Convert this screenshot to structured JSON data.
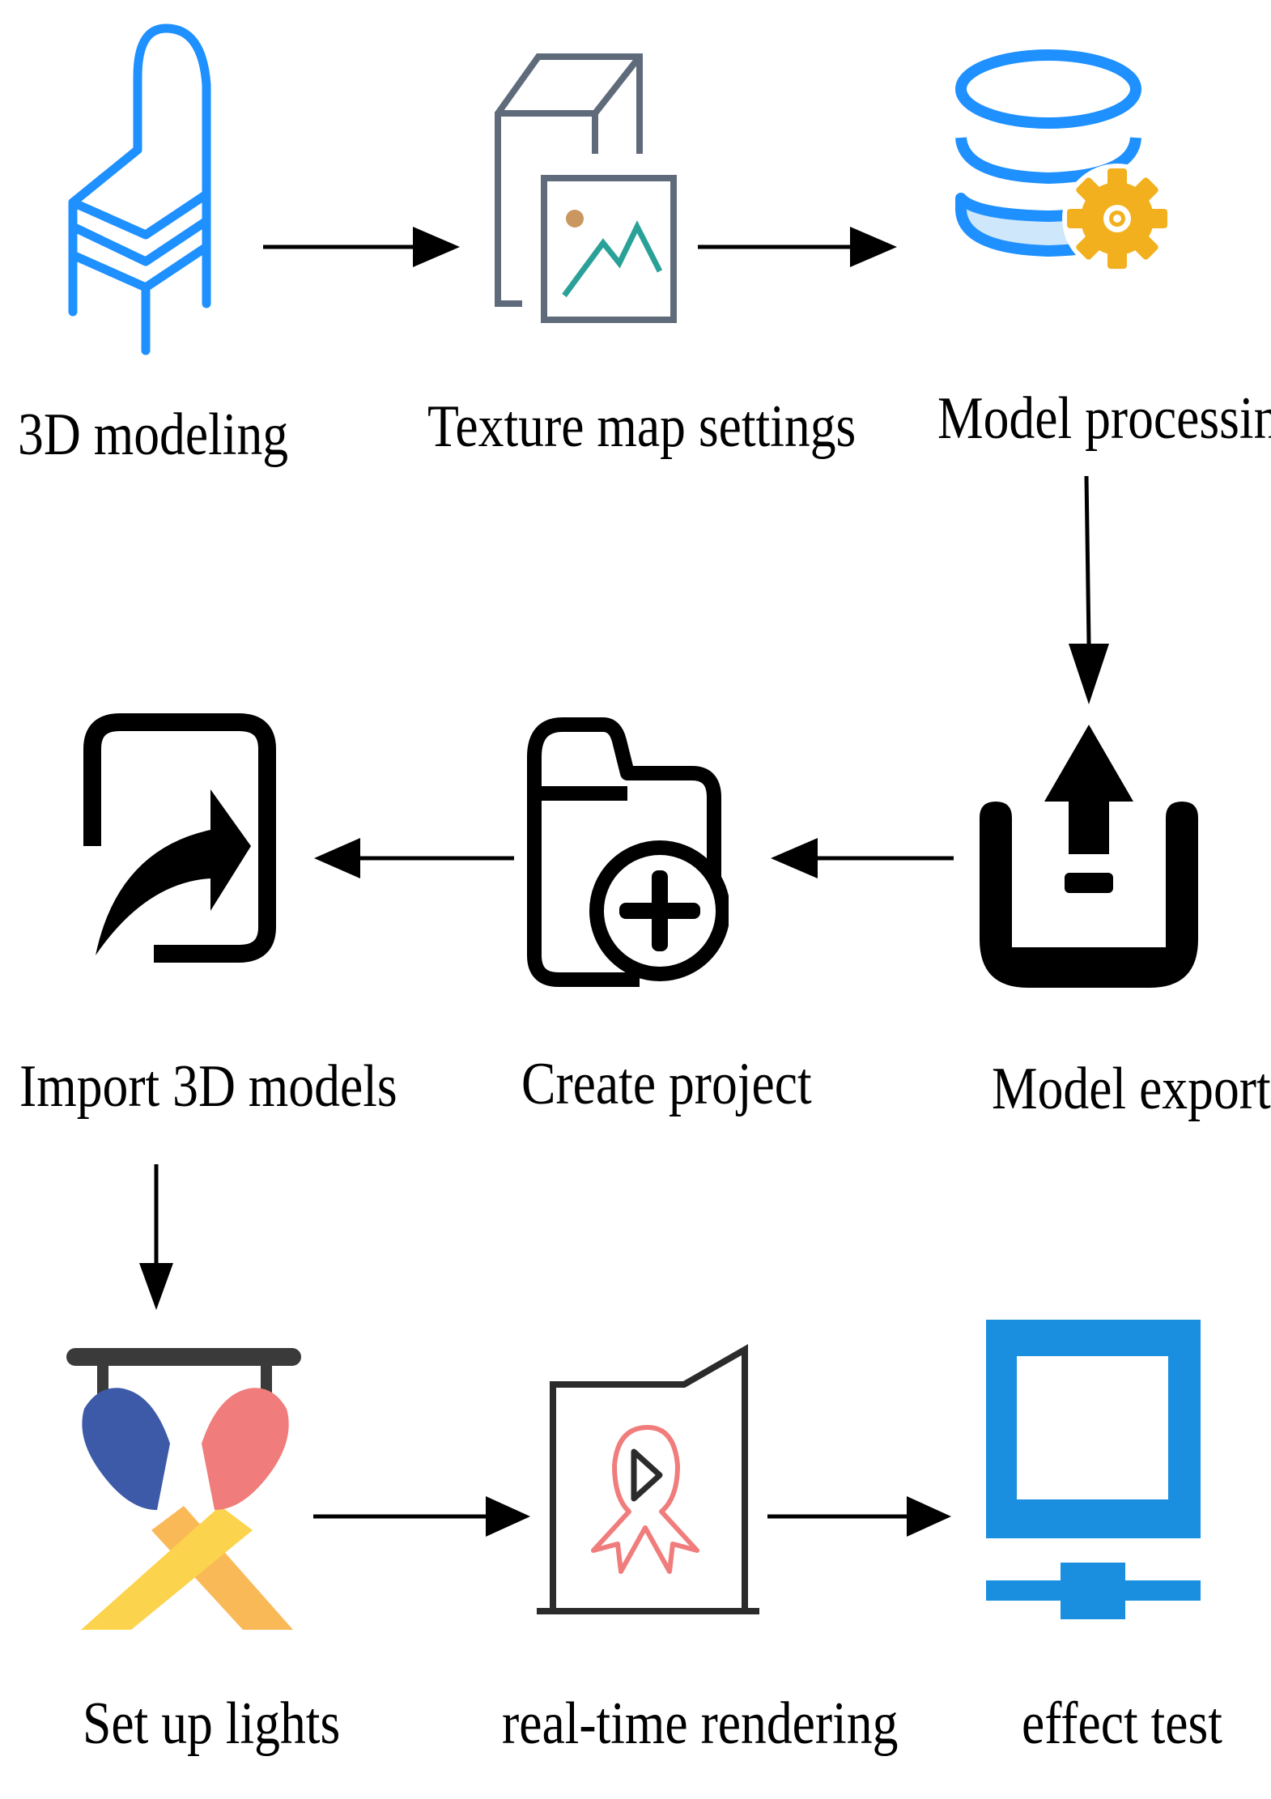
{
  "nodes": [
    {
      "id": "3d-modeling",
      "label": "3D modeling",
      "icon": "chair-icon"
    },
    {
      "id": "texture-map-settings",
      "label": "Texture map settings",
      "icon": "texture-image-icon"
    },
    {
      "id": "model-processing",
      "label": "Model processing",
      "icon": "database-gear-icon"
    },
    {
      "id": "model-export",
      "label": "Model export",
      "icon": "export-tray-icon"
    },
    {
      "id": "create-project",
      "label": "Create project",
      "icon": "folder-add-icon"
    },
    {
      "id": "import-3d-models",
      "label": "Import 3D models",
      "icon": "import-share-icon"
    },
    {
      "id": "set-up-lights",
      "label": "Set up lights",
      "icon": "stage-lights-icon"
    },
    {
      "id": "real-time-rendering",
      "label": "real-time rendering",
      "icon": "video-award-icon"
    },
    {
      "id": "effect-test",
      "label": "effect test",
      "icon": "monitor-network-icon"
    }
  ],
  "edges": [
    {
      "from": "3d-modeling",
      "to": "texture-map-settings"
    },
    {
      "from": "texture-map-settings",
      "to": "model-processing"
    },
    {
      "from": "model-processing",
      "to": "model-export"
    },
    {
      "from": "model-export",
      "to": "create-project"
    },
    {
      "from": "create-project",
      "to": "import-3d-models"
    },
    {
      "from": "import-3d-models",
      "to": "set-up-lights"
    },
    {
      "from": "set-up-lights",
      "to": "real-time-rendering"
    },
    {
      "from": "real-time-rendering",
      "to": "effect-test"
    }
  ],
  "colors": {
    "blue": "#1e90ff",
    "slate": "#5f6b7a",
    "teal": "#2aa198",
    "gold": "#f2b01e",
    "lightblue": "#cfe7fb",
    "black": "#000000",
    "navy": "#3d5aa8",
    "salmon": "#f07c7c",
    "yellow": "#fcd34d",
    "orange": "#f9b957",
    "monitor": "#1a8fe0"
  }
}
